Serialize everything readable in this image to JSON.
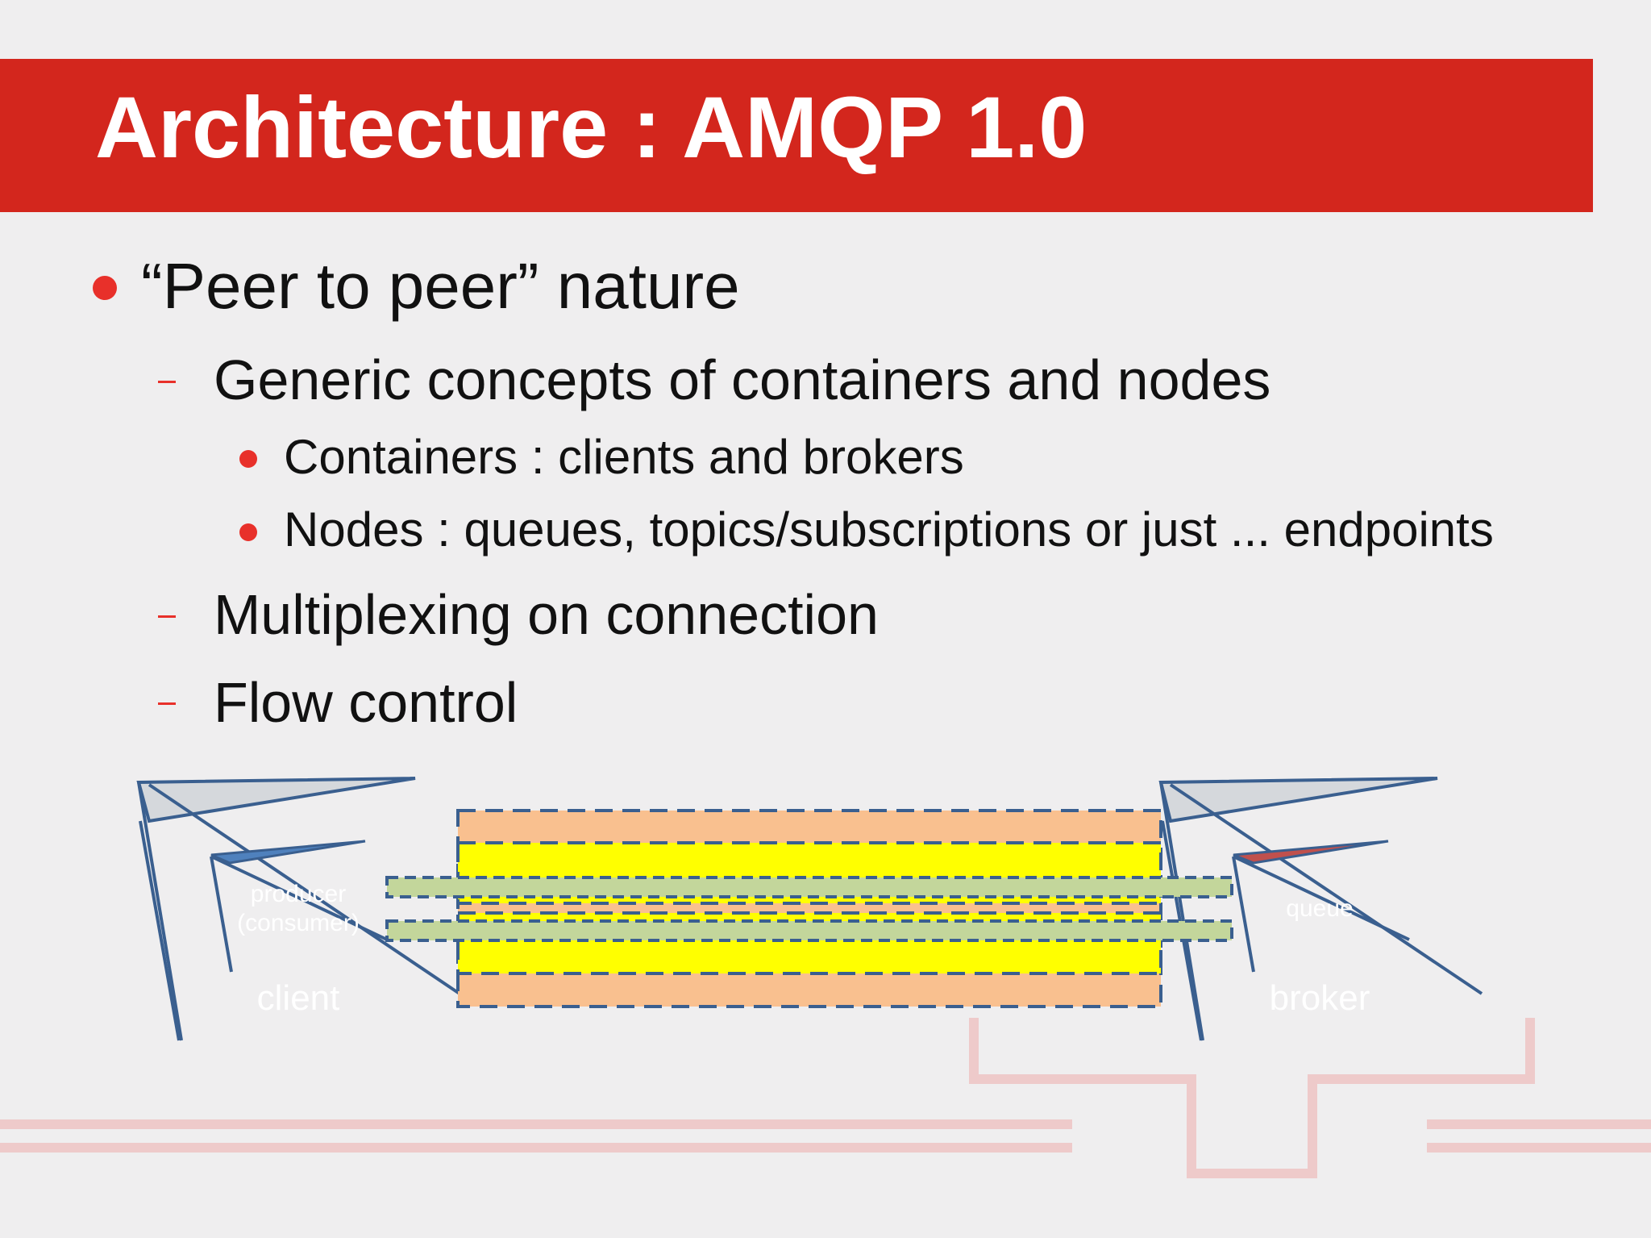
{
  "slide": {
    "title": "Architecture : AMQP 1.0",
    "bullets": [
      {
        "text": "“Peer to peer” nature"
      },
      {
        "text": "Generic concepts of containers and nodes"
      },
      {
        "text": "Containers : clients and brokers"
      },
      {
        "text": "Nodes : queues, topics/subscriptions or just ... endpoints"
      },
      {
        "text": "Multiplexing on connection"
      },
      {
        "text": "Flow control"
      }
    ]
  },
  "diagram": {
    "client_container_label": "client",
    "client_node_label_line1": "producer",
    "client_node_label_line2": "(consumer)",
    "broker_container_label": "broker",
    "broker_node_label": "queue"
  },
  "colors": {
    "accent_red": "#d3261d",
    "bullet_red": "#e8302a",
    "connection_orange": "#f9c08f",
    "session_yellow": "#ffff00",
    "link_green": "#c3d69b",
    "line_blue": "#3a5f8f"
  }
}
